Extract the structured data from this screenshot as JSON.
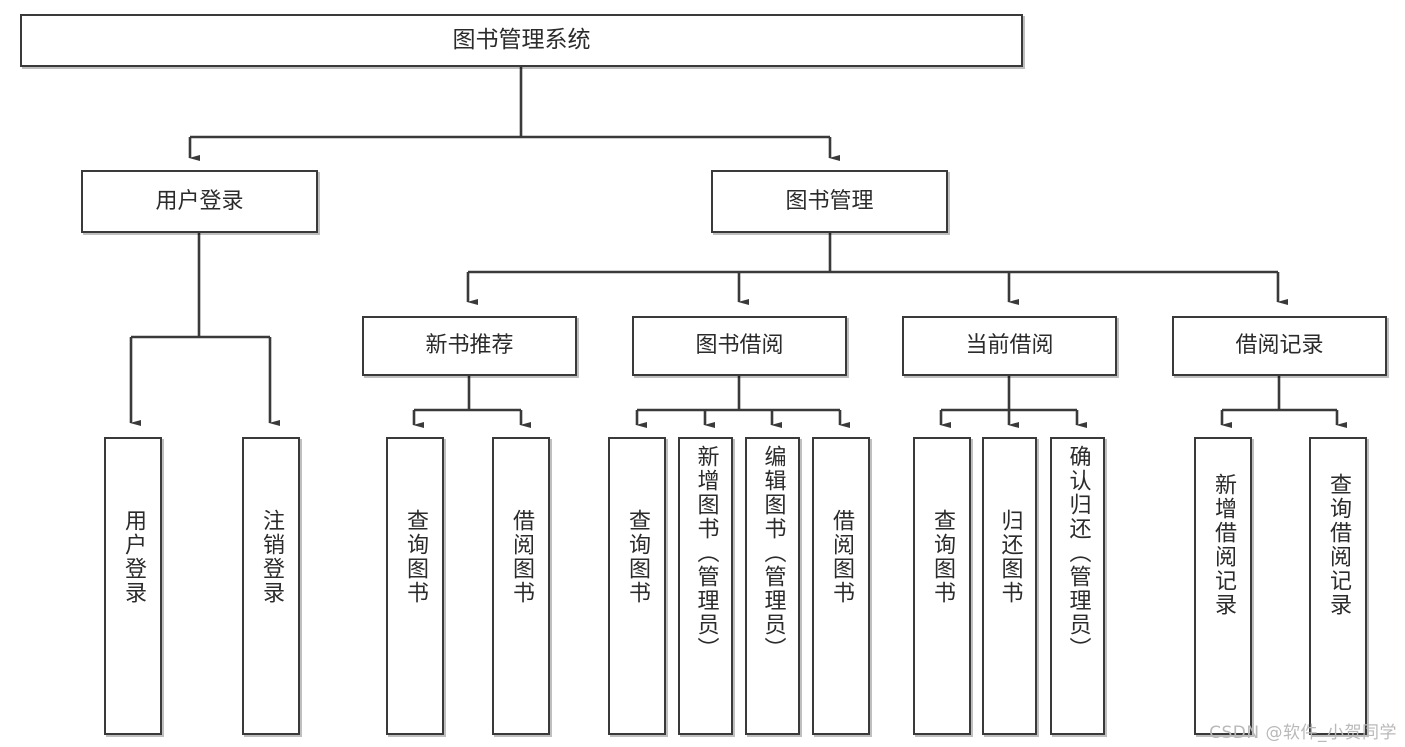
{
  "diagram": {
    "type": "tree-hierarchy",
    "title": "图书管理系统",
    "orientation": "top-down",
    "colors": {
      "stroke": "#3a3a3a",
      "fill": "#ffffff",
      "text": "#2b2b2b",
      "watermark": "#b9b9b9"
    },
    "nodes": {
      "root": {
        "label": "图书管理系统"
      },
      "level2": [
        {
          "label": "用户登录"
        },
        {
          "label": "图书管理"
        }
      ],
      "level3": [
        {
          "label": "新书推荐"
        },
        {
          "label": "图书借阅"
        },
        {
          "label": "当前借阅"
        },
        {
          "label": "借阅记录"
        }
      ],
      "leaves_user_login": [
        {
          "label": "用户登录"
        },
        {
          "label": "注销登录"
        }
      ],
      "leaves_new_book": [
        {
          "label": "查询图书"
        },
        {
          "label": "借阅图书"
        }
      ],
      "leaves_borrow": [
        {
          "label": "查询图书"
        },
        {
          "label": "新增图书（管理员）"
        },
        {
          "label": "编辑图书（管理员）"
        },
        {
          "label": "借阅图书"
        }
      ],
      "leaves_current": [
        {
          "label": "查询图书"
        },
        {
          "label": "归还图书"
        },
        {
          "label": "确认归还（管理员）"
        }
      ],
      "leaves_record": [
        {
          "label": "新增借阅记录"
        },
        {
          "label": "查询借阅记录"
        }
      ]
    },
    "edges": [
      {
        "from": "图书管理系统",
        "to": "用户登录"
      },
      {
        "from": "图书管理系统",
        "to": "图书管理"
      },
      {
        "from": "用户登录",
        "to": "用户登录"
      },
      {
        "from": "用户登录",
        "to": "注销登录"
      },
      {
        "from": "图书管理",
        "to": "新书推荐"
      },
      {
        "from": "图书管理",
        "to": "图书借阅"
      },
      {
        "from": "图书管理",
        "to": "当前借阅"
      },
      {
        "from": "图书管理",
        "to": "借阅记录"
      },
      {
        "from": "新书推荐",
        "to": "查询图书"
      },
      {
        "from": "新书推荐",
        "to": "借阅图书"
      },
      {
        "from": "图书借阅",
        "to": "查询图书"
      },
      {
        "from": "图书借阅",
        "to": "新增图书（管理员）"
      },
      {
        "from": "图书借阅",
        "to": "编辑图书（管理员）"
      },
      {
        "from": "图书借阅",
        "to": "借阅图书"
      },
      {
        "from": "当前借阅",
        "to": "查询图书"
      },
      {
        "from": "当前借阅",
        "to": "归还图书"
      },
      {
        "from": "当前借阅",
        "to": "确认归还（管理员）"
      },
      {
        "from": "借阅记录",
        "to": "新增借阅记录"
      },
      {
        "from": "借阅记录",
        "to": "查询借阅记录"
      }
    ],
    "watermark": "CSDN @软件_小贺同学"
  }
}
